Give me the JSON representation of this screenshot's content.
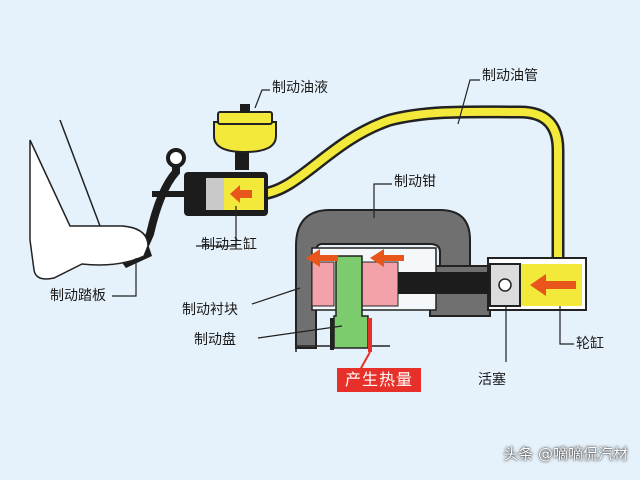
{
  "labels": {
    "brake_fluid": "制动油液",
    "brake_line": "制动油管",
    "brake_caliper": "制动钳",
    "master_cylinder": "制动主缸",
    "brake_pedal": "制动踏板",
    "brake_pad": "制动衬块",
    "brake_disc": "制动盘",
    "generates_heat": "产生热量",
    "piston": "活塞",
    "wheel_cylinder": "轮缸"
  },
  "watermark": "头条 @嘀嘀侃汽材",
  "colors": {
    "background": "#e6f2fb",
    "fluid": "#f2e93a",
    "arrow": "#e8561c",
    "disc": "#7ccb6c",
    "pad": "#f2a2a8",
    "caliper": "#707070",
    "heat_badge": "#e8302a"
  }
}
